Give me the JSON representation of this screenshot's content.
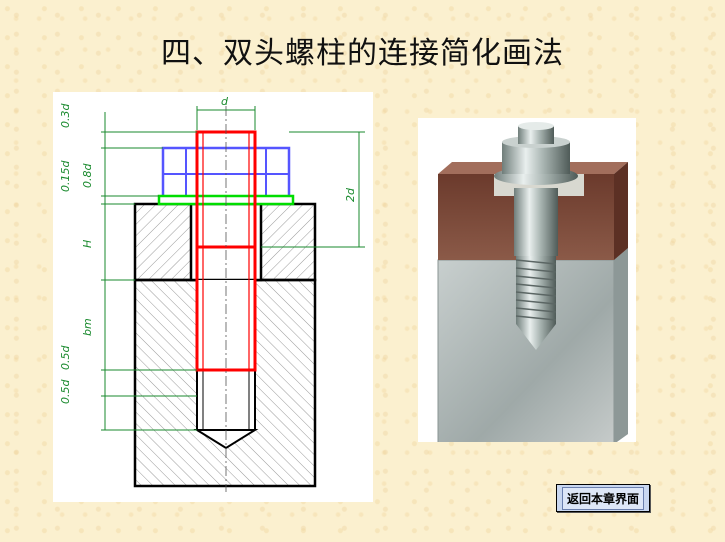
{
  "title": "四、双头螺柱的连接简化画法",
  "labels": {
    "d": "d",
    "two_d": "2d",
    "h03d": "0.3d",
    "h015d": "0.15d",
    "h08d": "0.8d",
    "H": "H",
    "bm": "bm",
    "h05d_a": "0.5d",
    "h05d_b": "0.5d"
  },
  "back_button": "返回本章界面",
  "colors": {
    "stud": "#ff0000",
    "nut": "#5555ff",
    "washer": "#00dd00",
    "dimension": "#1a8a2e",
    "background": "#fbf0cf"
  },
  "icons": {
    "drawing": "stud-bolt-drawing",
    "photo": "stud-bolt-3d-render"
  }
}
